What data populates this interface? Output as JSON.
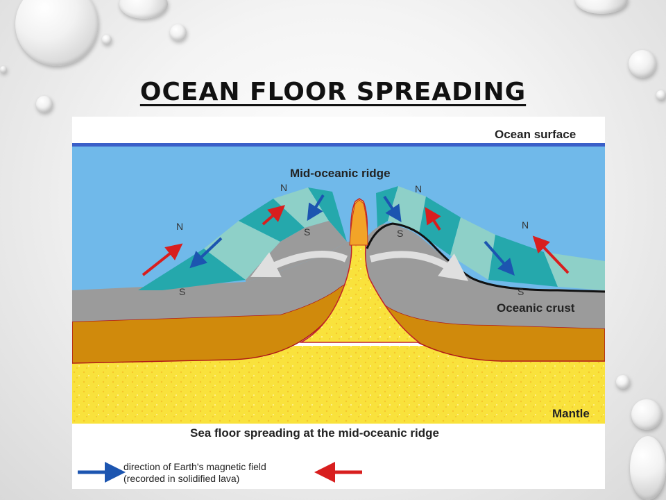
{
  "slide": {
    "title": "OCEAN FLOOR SPREADING"
  },
  "diagram": {
    "labels": {
      "ocean_surface": "Ocean surface",
      "ridge": "Mid-oceanic ridge",
      "crust": "Oceanic crust",
      "mantle": "Mantle",
      "caption": "Sea floor spreading at the mid-oceanic ridge",
      "legend_line1": "direction of Earth's magnetic field",
      "legend_line2": "(recorded in solidified lava)"
    },
    "poles": {
      "north": "N",
      "south": "S"
    },
    "colors": {
      "ocean": "#70b9ea",
      "surface_line": "#3a5fc8",
      "band_dark": "#25a8ac",
      "band_light": "#8ed0c8",
      "crust": "#9b9b9b",
      "lithosphere": "#d08a0c",
      "mantle": "#f8e040",
      "arrow_red": "#d81e1e",
      "arrow_blue": "#1c55b0"
    }
  }
}
